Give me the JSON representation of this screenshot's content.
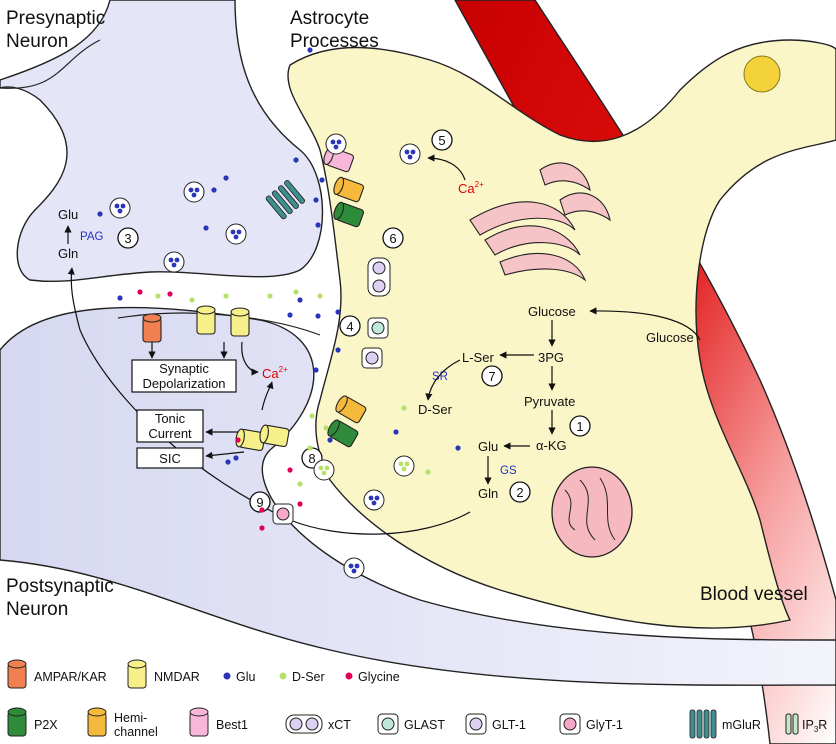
{
  "regions": {
    "presynaptic": [
      "Presynaptic",
      "Neuron"
    ],
    "astrocyte": [
      "Astrocyte",
      "Processes"
    ],
    "postsynaptic": [
      "Postsynaptic",
      "Neuron"
    ],
    "blood_vessel": "Blood vessel"
  },
  "pathway": {
    "glucose": "Glucose",
    "glucose_in": "Glucose",
    "pg3": "3PG",
    "pyruvate": "Pyruvate",
    "akg": "α-KG",
    "lser": "L-Ser",
    "dser": "D-Ser",
    "sr": "SR",
    "glu_astro": "Glu",
    "gln_astro": "Gln",
    "gs": "GS",
    "glu_pre": "Glu",
    "gln_pre": "Gln",
    "pag": "PAG",
    "ca_astro": "Ca",
    "ca_astro_sup": "2+",
    "ca_post": "Ca",
    "ca_post_sup": "2+"
  },
  "boxes": {
    "synaptic_depol": [
      "Synaptic",
      "Depolarization"
    ],
    "tonic": [
      "Tonic",
      "Current"
    ],
    "sic": "SIC"
  },
  "steps": [
    "1",
    "2",
    "3",
    "4",
    "5",
    "6",
    "7",
    "8",
    "9"
  ],
  "legend": {
    "row1": [
      {
        "icon": "ampar-kar-icon",
        "label": "AMPAR/KAR"
      },
      {
        "icon": "nmdar-icon",
        "label": "NMDAR"
      },
      {
        "icon": "glu-dot-icon",
        "label": "Glu"
      },
      {
        "icon": "dser-dot-icon",
        "label": "D-Ser"
      },
      {
        "icon": "glycine-dot-icon",
        "label": "Glycine"
      }
    ],
    "row2": [
      {
        "icon": "p2x-icon",
        "label": "P2X"
      },
      {
        "icon": "hemichannel-icon",
        "label": "Hemi-\nchannel"
      },
      {
        "icon": "best1-icon",
        "label": "Best1"
      },
      {
        "icon": "xct-icon",
        "label": "xCT"
      },
      {
        "icon": "glast-icon",
        "label": "GLAST"
      },
      {
        "icon": "glt1-icon",
        "label": "GLT-1"
      },
      {
        "icon": "glyt1-icon",
        "label": "GlyT-1"
      },
      {
        "icon": "mglur-icon",
        "label": "mGluR"
      },
      {
        "icon": "ip3r-icon",
        "label": "IP",
        "sub": "3",
        "tail": "R"
      }
    ]
  },
  "colors": {
    "astrocyte": "#fbf6c8",
    "neuron": "#e3e4f6",
    "vessel": "#d10000",
    "glu": "#2b35b8",
    "dser": "#b7e06a",
    "glycine": "#e0005a",
    "p2x": "#2e8b3a",
    "hemichannel": "#f5b93c",
    "best1": "#f8b7d8",
    "glast": "#bfe8d8",
    "glt1": "#dcd0f3",
    "glyt1": "#f7a8c8",
    "mglur": "#3f8f90"
  }
}
